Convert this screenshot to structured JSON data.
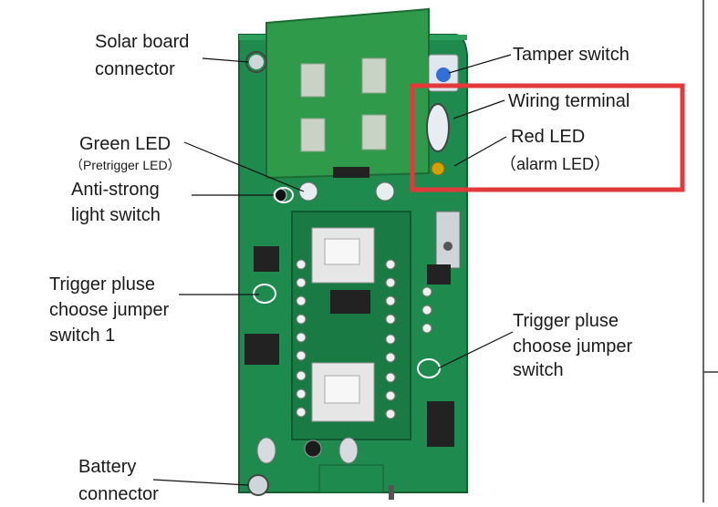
{
  "image": {
    "description_colors": {
      "pcb_green": "#1f8a4e",
      "pcb_dark": "#176b3a",
      "solar_panel": "#2f9a4a",
      "highlight_box": "#e23a3a",
      "leader_line": "#111111"
    }
  },
  "labels": {
    "solar_board": [
      "Solar board",
      "connector"
    ],
    "tamper": "Tamper switch",
    "wiring": "Wiring terminal",
    "red_led": "Red  LED",
    "red_led_sub": "（alarm  LED）",
    "green_led": "Green LED",
    "green_led_sub": "（Pretrigger LED）",
    "anti_strong": [
      "Anti-strong",
      "light switch"
    ],
    "trigger_left": [
      "Trigger pluse",
      "choose jumper",
      "switch 1"
    ],
    "trigger_right": [
      "Trigger  pluse",
      "choose jumper",
      "switch"
    ],
    "battery": [
      "Battery",
      "connector"
    ]
  }
}
